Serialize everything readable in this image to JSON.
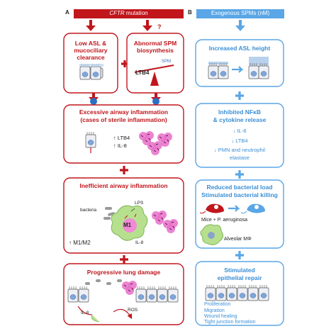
{
  "panel_a": {
    "letter": "A",
    "header_gene": "CFTR",
    "header_rest": " mutation",
    "question_mark": "?",
    "box1_title": "Low ASL & mucociliary clearance",
    "box2_title": "Abnormal SPM biosynthesis",
    "box2_ltb4": "LTB4",
    "box2_spm": "SPM",
    "box3_title": "Excessive airway inflammation",
    "box3_subtitle": "(cases of sterile inflammation)",
    "box3_ltb4": "↑ LTB4",
    "box3_il8": "↑ IL-8",
    "box4_title": "Inefficient airway inflammation",
    "box4_lps": "LPS",
    "box4_bacteria": "bacteria",
    "box4_m1": "M1",
    "box4_il8": "IL-8",
    "box4_ratio": "↑ M1/M2",
    "box5_title": "Progressive lung damage",
    "box5_il8": "IL-8",
    "box5_ros": "ROS"
  },
  "panel_b": {
    "letter": "B",
    "header": "Exogenous SPMs (nM)",
    "box1_title": "Increased ASL height",
    "box2_title_1": "Inhibited NFκB",
    "box2_title_2": "& cytokine release",
    "box2_item1": "↓ IL-8",
    "box2_item2": "↓ LTB4",
    "box2_item3_1": "↓ PMN and neutrophil",
    "box2_item3_2": "elastase",
    "box3_title_1": "Reduced bacterial load",
    "box3_title_2": "Stimulated bacterial killing",
    "box3_mice": "Mice + P. aeruginosa",
    "box3_macrophage": "Alveolar MΦ",
    "box4_title_1": "Stimulated",
    "box4_title_2": "epithelial repair",
    "box4_items": [
      "Proliferation",
      "Migration",
      "Wound healing",
      "Tight junction formation"
    ]
  },
  "colors": {
    "red": "#c0161c",
    "blue": "#3a8fd6",
    "pink": "#e86fc8",
    "cell": "#f4f4f8",
    "green": "#a8d878"
  }
}
